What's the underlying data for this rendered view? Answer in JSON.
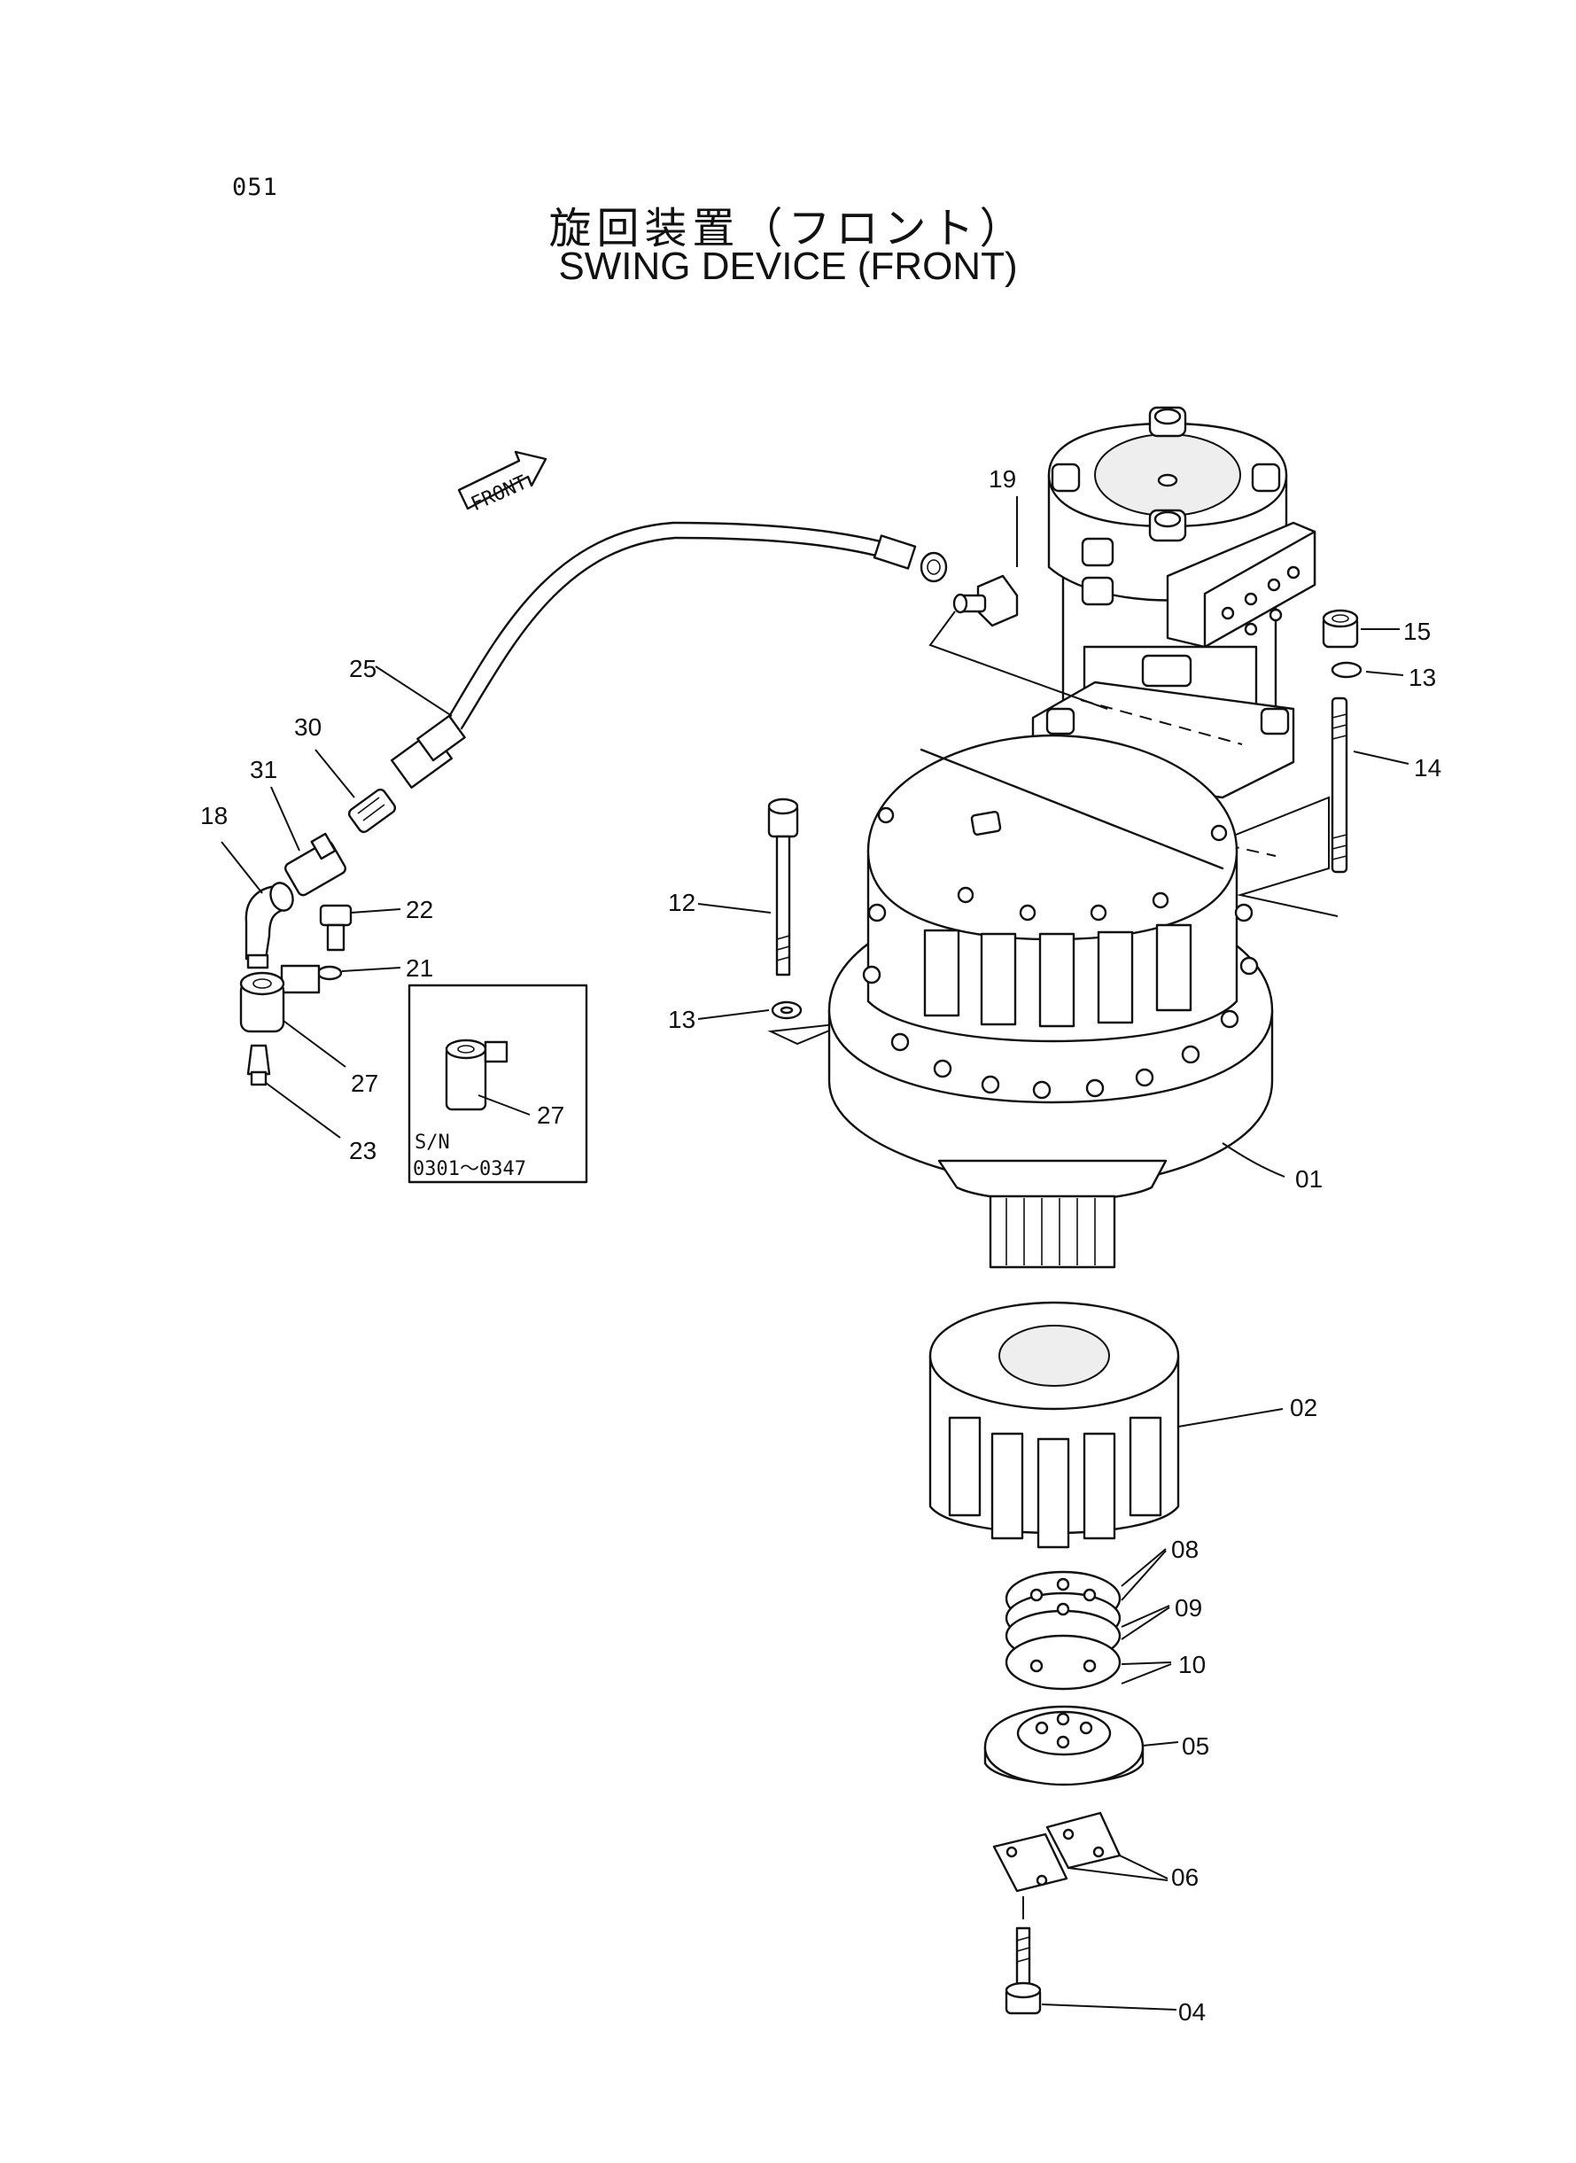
{
  "page_number": "051",
  "title_jp": "旋回装置（フロント）",
  "title_en": "SWING DEVICE (FRONT)",
  "front_arrow_label": "FRONT",
  "inset": {
    "serial_label": "S/N",
    "serial_range": "0301～0347",
    "part_label": "27"
  },
  "callouts": {
    "p01": "01",
    "p02": "02",
    "p04": "04",
    "p05": "05",
    "p06": "06",
    "p08": "08",
    "p09": "09",
    "p10": "10",
    "p12": "12",
    "p13a": "13",
    "p13b": "13",
    "p14": "14",
    "p15": "15",
    "p18": "18",
    "p19": "19",
    "p21": "21",
    "p22": "22",
    "p23": "23",
    "p25": "25",
    "p27": "27",
    "p30": "30",
    "p31": "31"
  },
  "icons": [
    "front-arrow-icon"
  ]
}
